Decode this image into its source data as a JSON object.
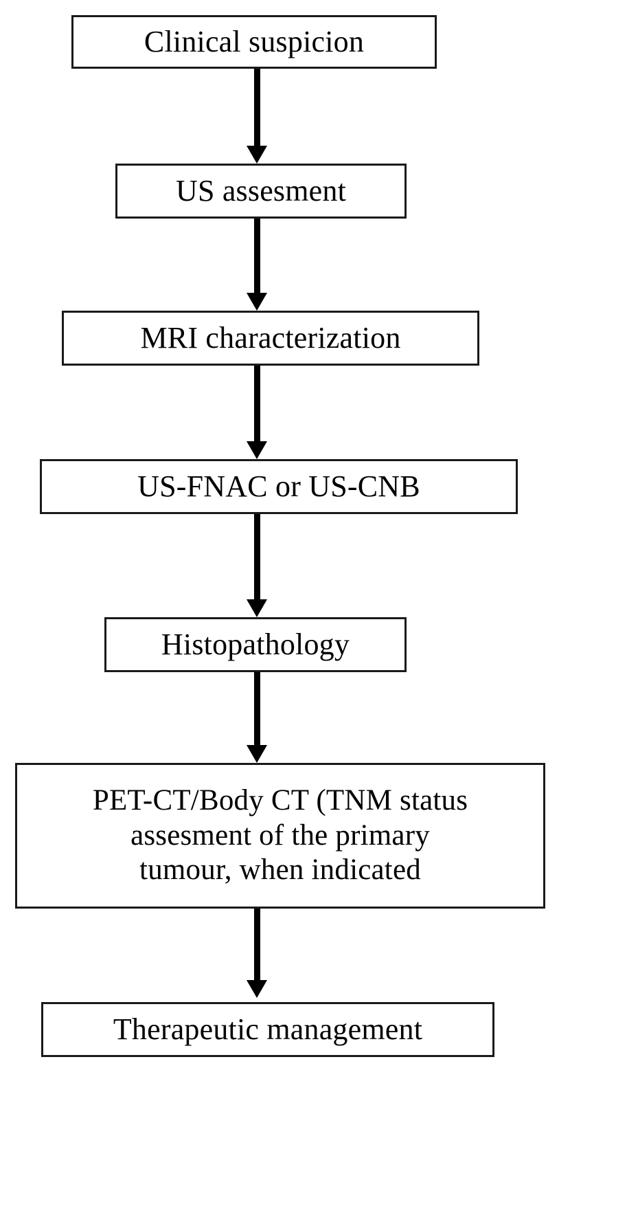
{
  "diagram": {
    "type": "flowchart",
    "orientation": "vertical",
    "title": "",
    "background_color": "#ffffff",
    "box_border_color": "#1a1a1a",
    "arrow_color": "#000000",
    "text_color": "#000000",
    "nodes": [
      {
        "id": "clinical-suspicion",
        "label": "Clinical suspicion"
      },
      {
        "id": "us-assesment",
        "label": "US assesment"
      },
      {
        "id": "mri-characterization",
        "label": "MRI characterization"
      },
      {
        "id": "us-fnac-or-us-cnb",
        "label": "US-FNAC or US-CNB"
      },
      {
        "id": "histopathology",
        "label": "Histopathology"
      },
      {
        "id": "pet-ct-body-ct",
        "label": "PET-CT/Body CT (TNM status\nassesment of the primary\ntumour, when indicated"
      },
      {
        "id": "therapeutic-management",
        "label": "Therapeutic management"
      }
    ],
    "edges": [
      {
        "id": "edge-1",
        "from": "clinical-suspicion",
        "to": "us-assesment",
        "marker": "arrow-down-icon"
      },
      {
        "id": "edge-2",
        "from": "us-assesment",
        "to": "mri-characterization",
        "marker": "arrow-down-icon"
      },
      {
        "id": "edge-3",
        "from": "mri-characterization",
        "to": "us-fnac-or-us-cnb",
        "marker": "arrow-down-icon"
      },
      {
        "id": "edge-4",
        "from": "us-fnac-or-us-cnb",
        "to": "histopathology",
        "marker": "arrow-down-icon"
      },
      {
        "id": "edge-5",
        "from": "histopathology",
        "to": "pet-ct-body-ct",
        "marker": "arrow-down-icon"
      },
      {
        "id": "edge-6",
        "from": "pet-ct-body-ct",
        "to": "therapeutic-management",
        "marker": "arrow-down-icon"
      }
    ]
  }
}
